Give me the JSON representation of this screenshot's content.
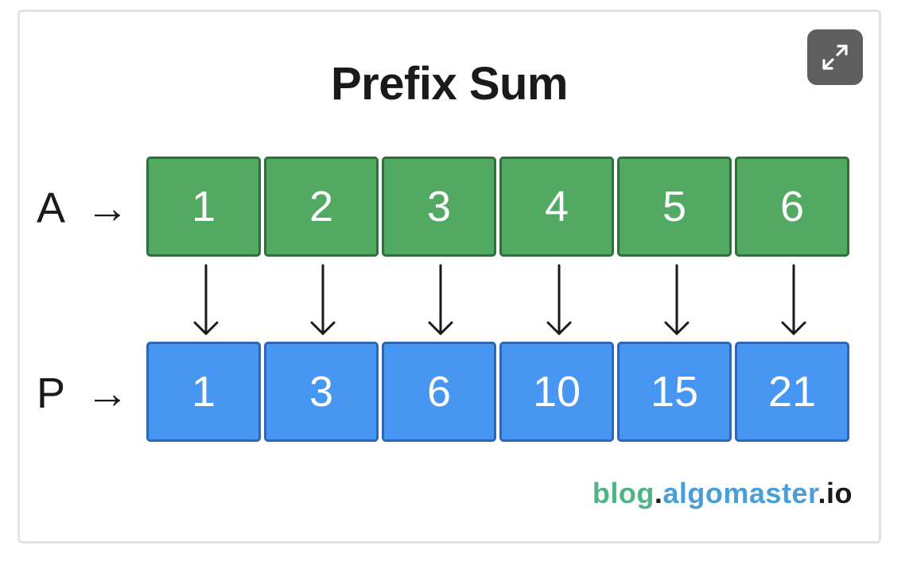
{
  "title": "Prefix Sum",
  "arrow_glyph": "→",
  "row_a": {
    "label": "A",
    "values": [
      "1",
      "2",
      "3",
      "4",
      "5",
      "6"
    ],
    "color": "#52aa62"
  },
  "row_p": {
    "label": "P",
    "values": [
      "1",
      "3",
      "6",
      "10",
      "15",
      "21"
    ],
    "color": "#4696f2"
  },
  "watermark": {
    "part1": "blog",
    "dot1": ".",
    "part2": "algomaster",
    "dot2": ".",
    "part3": "io"
  },
  "icons": {
    "expand": "expand-icon"
  }
}
